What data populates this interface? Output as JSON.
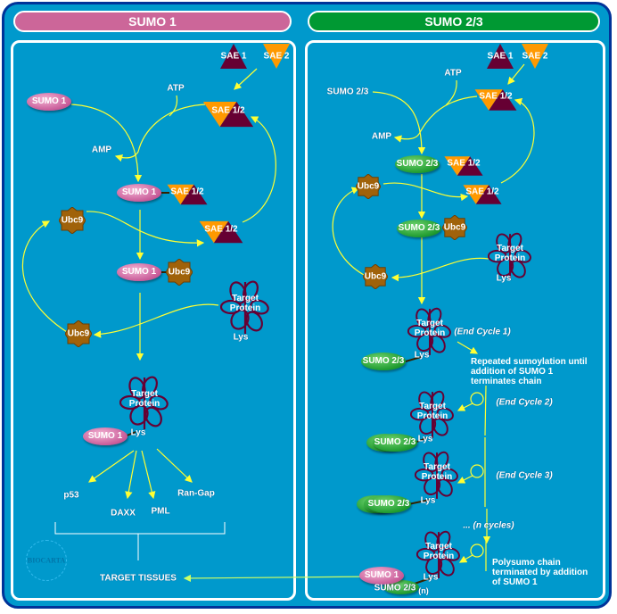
{
  "headers": {
    "left": "SUMO 1",
    "right": "SUMO 2/3"
  },
  "labels": {
    "sae1": "SAE 1",
    "sae2": "SAE 2",
    "sae12": "SAE 1/2",
    "atp": "ATP",
    "amp": "AMP",
    "sumo1": "SUMO 1",
    "sumo23": "SUMO 2/3",
    "ubc9": "Ubc9",
    "target": "Target",
    "protein": "Protein",
    "lys": "Lys",
    "n": "(n)"
  },
  "targets": [
    "p53",
    "DAXX",
    "PML",
    "Ran-Gap"
  ],
  "target_tissues": "TARGET TISSUES",
  "logo": "BIOCARTA",
  "cycles": {
    "end1": "(End Cycle 1)",
    "end2": "(End Cycle 2)",
    "end3": "(End Cycle 3)",
    "n": "... (n cycles)",
    "repeated": [
      "Repeated sumoylation until",
      "addition of SUMO 1",
      "terminates chain"
    ],
    "polysumo": [
      "Polysumo chain",
      "terminated by addition",
      "of SUMO 1"
    ]
  },
  "colors": {
    "background": "#0099cc",
    "border": "#003399",
    "sumo1_header": "#cc6699",
    "sumo23_header": "#009933",
    "arrow": "#ffff33"
  }
}
